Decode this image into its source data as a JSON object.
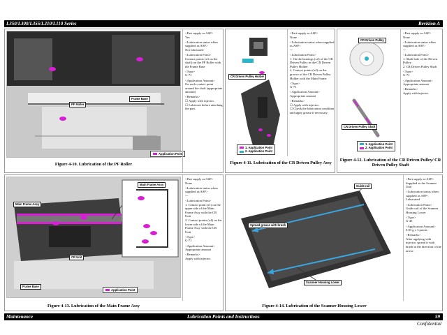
{
  "header": {
    "title": "L350/L300/L355/L210/L110 Series",
    "revision": "Revision A"
  },
  "footer": {
    "left": "Maintenance",
    "center": "Lubrication Points and Instructions",
    "page": "59",
    "confidential": "Confidential"
  },
  "fig10": {
    "caption": "Figure 4-10.  Lubrication of the PF Roller",
    "label_pf_roller": "PF Roller",
    "label_frame_base": "Frame Base",
    "legend": "Application Point",
    "notes": {
      "part_title": "<Part supply as ASP>",
      "part_value": "Yes",
      "status_title": "<Lubrication status when supplied as ASP>",
      "status_value": "Not lubricated",
      "point_title": "<Lubrication Point>",
      "point_value": "Contact points (x3 on the shaft) on the PF Roller with the Frame Base",
      "type_title": "<Type>",
      "type_value": "G-71",
      "amount_title": "<Application Amount>",
      "amount_value": "On each contact point around the shaft (appropriate amount)",
      "remarks_title": "<Remarks>",
      "remark_1": "☐  Apply with injector.",
      "remark_2": "☐  Lubricate before attaching the part."
    }
  },
  "fig11": {
    "caption": "Figure 4-11.  Lubrication of the CR Driven Pulley Assy",
    "label_holder": "CR Driven Pulley Holder",
    "legend_1": "1. Application Point",
    "legend_2": "2. Application Point",
    "notes": {
      "part_title": "<Part supply as ASP>",
      "part_value": "None",
      "status_title": "<Lubrication status when supplied as ASP>",
      "status_value": "---",
      "point_title": "<Lubrication Point>",
      "point_1": "1. On the bearings (x2) of the CR Driven Pulley in the CR Driven Pulley Holder",
      "point_2": "2. Contact points (x4) on the groove of the CR Driven Pulley Holder with the Main Frame",
      "type_title": "<Type>",
      "type_value": "G-71",
      "amount_title": "<Application Amount>",
      "amount_value": "Appropriate amount",
      "remarks_title": "<Remarks>",
      "remark_1": "☐  Apply with injector.",
      "remark_2": "☐  Check the lubrication condition and apply grease if necessary."
    }
  },
  "fig12": {
    "caption": "Figure 4-12.  Lubrication of the CR Driven Pulley/ CR Driven Pulley Shaft",
    "label_pulley": "CR Driven Pulley",
    "label_shaft": "CR Driven Pulley Shaft",
    "legend_1": "1. Application Point",
    "legend_2": "2. Application Point",
    "notes": {
      "part_title": "<Part supply as ASP>",
      "part_value": "None",
      "status_title": "<Lubrication status when supplied as ASP>",
      "status_value": "---",
      "point_title": "<Lubrication Point>",
      "point_1": "1. Shaft hole of the Driven Pulley",
      "point_2": "2. CR Driven Pulley Shaft",
      "type_title": "<Type>",
      "type_value": "G-71",
      "amount_title": "<Application Amount>",
      "amount_value": "Appropriate amount",
      "remarks_title": "<Remarks>",
      "remark_1": "Apply with injector."
    }
  },
  "fig13": {
    "caption": "Figure 4-13.  Lubrication of the Main Frame Assy",
    "label_main_frame": "Main Frame Assy",
    "label_main_frame_inset": "Main Frame Assy",
    "label_cr_unit": "CR Unit",
    "label_frame_base": "Frame Base",
    "legend": "Application Point",
    "notes": {
      "part_title": "<Part supply as ASP>",
      "part_value": "None",
      "status_title": "<Lubrication status when supplied as ASP>",
      "status_value": "---",
      "point_title": "<Lubrication Point>",
      "point_1": "1. Contact point (x1) on the upper side of the Main Frame Assy with the CR Unit",
      "point_2": "2. Contact points (x4) on the lower side of the Main Frame Assy with the CR Unit",
      "type_title": "<Type>",
      "type_value": "G-71",
      "amount_title": "<Application Amount>",
      "amount_value": "Appropriate amount",
      "remarks_title": "<Remarks>",
      "remark_1": "Apply with injector."
    }
  },
  "fig14": {
    "caption": "Figure 4-14.  Lubrication of the Scanner Housing Lower",
    "label_guide_rail": "Guide rail",
    "label_spread": "Spread grease with brush",
    "label_housing": "Scanner Housing Lower",
    "notes": {
      "part_title": "<Part supply as ASP>",
      "part_value": "Supplied as the Scanner Unit",
      "status_title": "<Lubrication status when supplied as ASP>",
      "status_value": "Lubricated",
      "point_title": "<Lubrication Point>",
      "point_value": "Guide rail of the Scanner Housing Lower",
      "type_title": "<Type>",
      "type_value": "G-45",
      "amount_title": "<Application Amount>",
      "amount_value": "0.03 g x 3 points",
      "remarks_title": "<Remarks>",
      "remark_1": "After applying with injector, spread it with brush in the direction of the arrow."
    }
  },
  "colors": {
    "application_point": "#d81fd6",
    "application_point_2": "#2bb3c8",
    "arrow": "#3aa6e0"
  }
}
